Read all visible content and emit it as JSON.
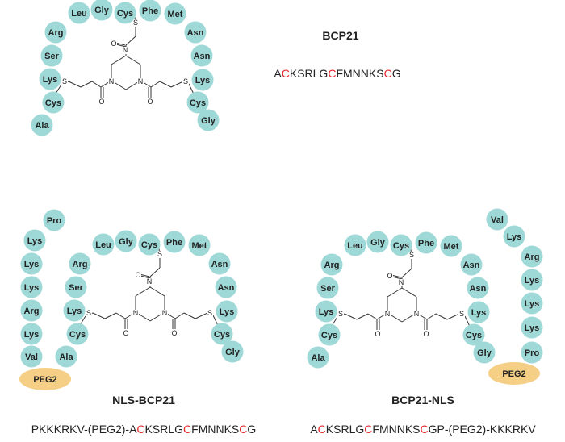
{
  "colors": {
    "residue": "#9ed9d8",
    "peg": "#f5cf85",
    "highlight": "#e8262a",
    "text": "#222222"
  },
  "panels": [
    {
      "id": "bcp21",
      "title": "BCP21",
      "residues": [
        "Ala",
        "Cys",
        "Lys",
        "Ser",
        "Arg",
        "Leu",
        "Gly",
        "Cys",
        "Phe",
        "Met",
        "Asn",
        "Asn",
        "Lys",
        "Cys",
        "Gly"
      ],
      "sequence": [
        {
          "t": "A",
          "red": false
        },
        {
          "t": "C",
          "red": true
        },
        {
          "t": "KSRLG",
          "red": false
        },
        {
          "t": "C",
          "red": true
        },
        {
          "t": "FMNNKS",
          "red": false
        },
        {
          "t": "C",
          "red": true
        },
        {
          "t": "G",
          "red": false
        }
      ]
    },
    {
      "id": "nls-bcp21",
      "title": "NLS-BCP21",
      "peg_label": "PEG2",
      "nls_residues": [
        "Pro",
        "Lys",
        "Lys",
        "Lys",
        "Arg",
        "Lys",
        "Val"
      ],
      "residues": [
        "Ala",
        "Cys",
        "Lys",
        "Ser",
        "Arg",
        "Leu",
        "Gly",
        "Cys",
        "Phe",
        "Met",
        "Asn",
        "Asn",
        "Lys",
        "Cys",
        "Gly"
      ],
      "sequence": [
        {
          "t": "PKKKRKV-(PEG2)-A",
          "red": false
        },
        {
          "t": "C",
          "red": true
        },
        {
          "t": "KSRLG",
          "red": false
        },
        {
          "t": "C",
          "red": true
        },
        {
          "t": "FMNNKS",
          "red": false
        },
        {
          "t": "C",
          "red": true
        },
        {
          "t": "G",
          "red": false
        }
      ]
    },
    {
      "id": "bcp21-nls",
      "title": "BCP21-NLS",
      "peg_label": "PEG2",
      "nls_residues": [
        "Val",
        "Lys",
        "Arg",
        "Lys",
        "Lys",
        "Lys",
        "Pro"
      ],
      "residues": [
        "Ala",
        "Cys",
        "Lys",
        "Ser",
        "Arg",
        "Leu",
        "Gly",
        "Cys",
        "Phe",
        "Met",
        "Asn",
        "Asn",
        "Lys",
        "Cys",
        "Gly"
      ],
      "sequence": [
        {
          "t": "A",
          "red": false
        },
        {
          "t": "C",
          "red": true
        },
        {
          "t": "KSRLG",
          "red": false
        },
        {
          "t": "C",
          "red": true
        },
        {
          "t": "FMNNKS",
          "red": false
        },
        {
          "t": "C",
          "red": true
        },
        {
          "t": "GP-(PEG2)-KKKRKV",
          "red": false
        }
      ]
    }
  ],
  "atoms": {
    "sulfur": "S",
    "oxygen": "O",
    "nitrogen": "N"
  }
}
